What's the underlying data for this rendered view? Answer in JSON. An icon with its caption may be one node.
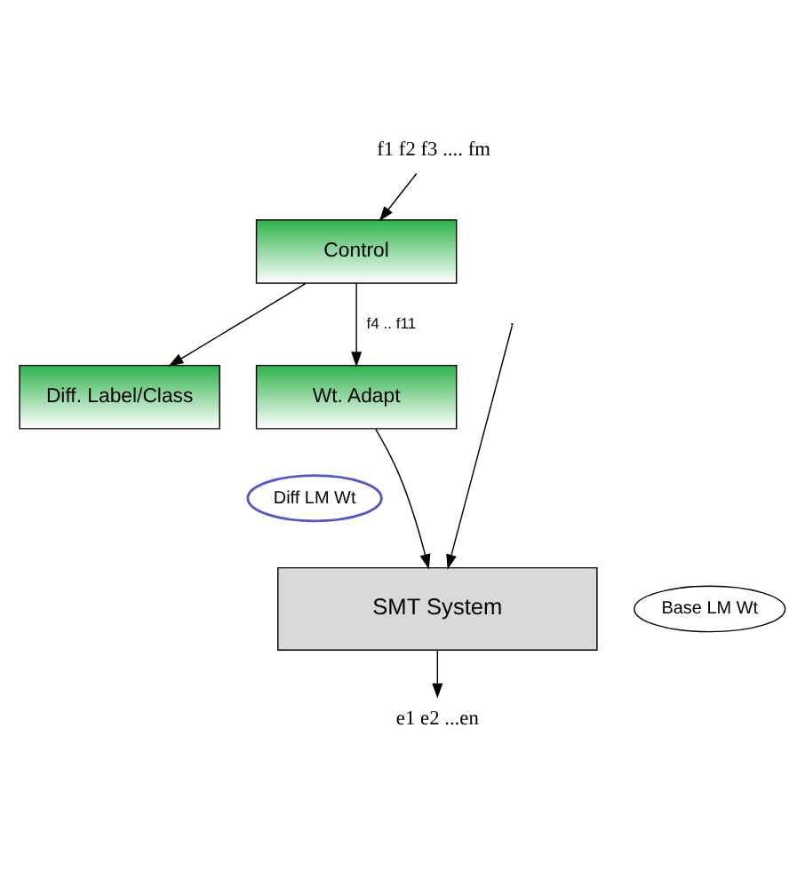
{
  "diagram": {
    "nodes": [
      {
        "text": [
          "f1 f2 f3 .... fm"
        ]
      },
      {
        "text": [
          "Control"
        ]
      },
      {
        "text": [
          "Diff. Label/Class"
        ]
      },
      {
        "text": [
          "Wt. Adapt"
        ]
      },
      {
        "text": [
          "Diff LM Wt"
        ]
      },
      {
        "text": [
          "SMT System"
        ]
      },
      {
        "text": [
          "Base LM Wt"
        ]
      },
      {
        "text": [
          "e1 e2 ...en"
        ]
      }
    ],
    "edges": [
      {
        "from": 0,
        "to": 1,
        "arrow": "to"
      },
      {
        "from": 1,
        "to": 2,
        "arrow": "to"
      },
      {
        "from": 1,
        "to": 3,
        "arrow": "to",
        "label": "f4 .. f11"
      },
      {
        "from": 3,
        "to": 5,
        "arrow": "to"
      },
      {
        "from": null,
        "to": 5,
        "arrow": "to"
      },
      {
        "from": 5,
        "to": 7,
        "arrow": "to"
      }
    ]
  }
}
